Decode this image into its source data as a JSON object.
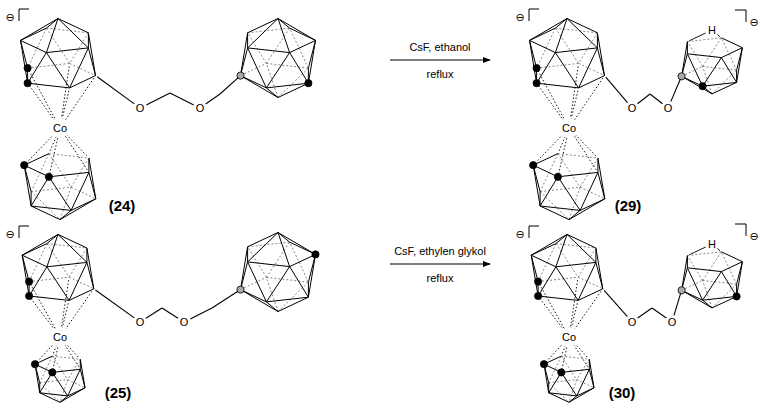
{
  "diagram": {
    "nodes": [
      {
        "text": [
          "⊖",
          "Co",
          "O",
          "O",
          "(24)"
        ]
      },
      {
        "text": [
          "⊖",
          "Co",
          "O",
          "O",
          "H",
          "⊖",
          "(29)"
        ]
      },
      {
        "text": [
          "⊖",
          "Co",
          "O",
          "O",
          "(25)"
        ]
      },
      {
        "text": [
          "⊖",
          "Co",
          "O",
          "O",
          "H",
          "⊖",
          "(30)"
        ]
      }
    ],
    "edges": [
      {
        "from": 0,
        "to": 1,
        "arrow": "to"
      },
      {
        "from": 2,
        "to": 3,
        "arrow": "to"
      }
    ],
    "labels": [
      "CsF, ethanol",
      "reflux",
      "CsF, ethylen glykol",
      "reflux"
    ]
  }
}
